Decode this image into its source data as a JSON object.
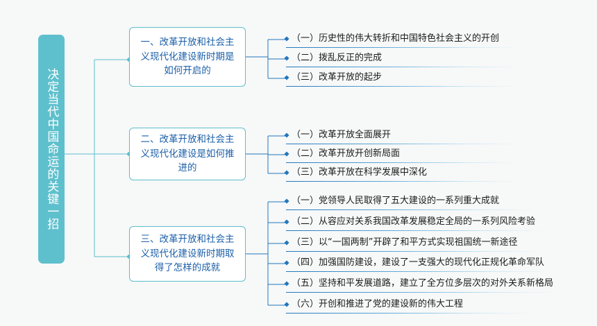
{
  "diagram": {
    "type": "mind-map",
    "title": "决定当代中国命运的关键一招",
    "colors": {
      "root_fill": "#5fc0cd",
      "root_text": "#ffffff",
      "branch_border": "#5bbecb",
      "branch_text": "#1b5fa8",
      "branch_fill": "#ffffff",
      "connector_primary": "#5bbecb",
      "connector_secondary": "#2176bc",
      "leaf_text": "#1a1a1a",
      "background": "#f7f8f8"
    }
  },
  "root": {
    "label": "决定当代中国命运的关键一招"
  },
  "branches": [
    {
      "label": "一、改革开放和社会主义现代化建设新时期是如何开启的",
      "leaves": [
        "（一）历史性的伟大转折和中国特色社会主义的开创",
        "（二）拨乱反正的完成",
        "（三）改革开放的起步"
      ]
    },
    {
      "label": "二、改革开放和社会主义现代化建设是如何推进的",
      "leaves": [
        "（一）改革开放全面展开",
        "（二）改革开放开创新局面",
        "（三）改革开放在科学发展中深化"
      ]
    },
    {
      "label": "三、改革开放和社会主义现代化建设新时期取得了怎样的成就",
      "leaves": [
        "（一）党领导人民取得了五大建设的一系列重大成就",
        "（二）从容应对关系我国改革发展稳定全局的一系列风险考验",
        "（三）以“一国两制”开辟了和平方式实现祖国统一新途径",
        "（四）加强国防建设，建设了一支强大的现代化正规化革命军队",
        "（五）坚持和平发展道路，建立了全方位多层次的对外关系新格局",
        "（六）开创和推进了党的建设新的伟大工程"
      ]
    }
  ]
}
